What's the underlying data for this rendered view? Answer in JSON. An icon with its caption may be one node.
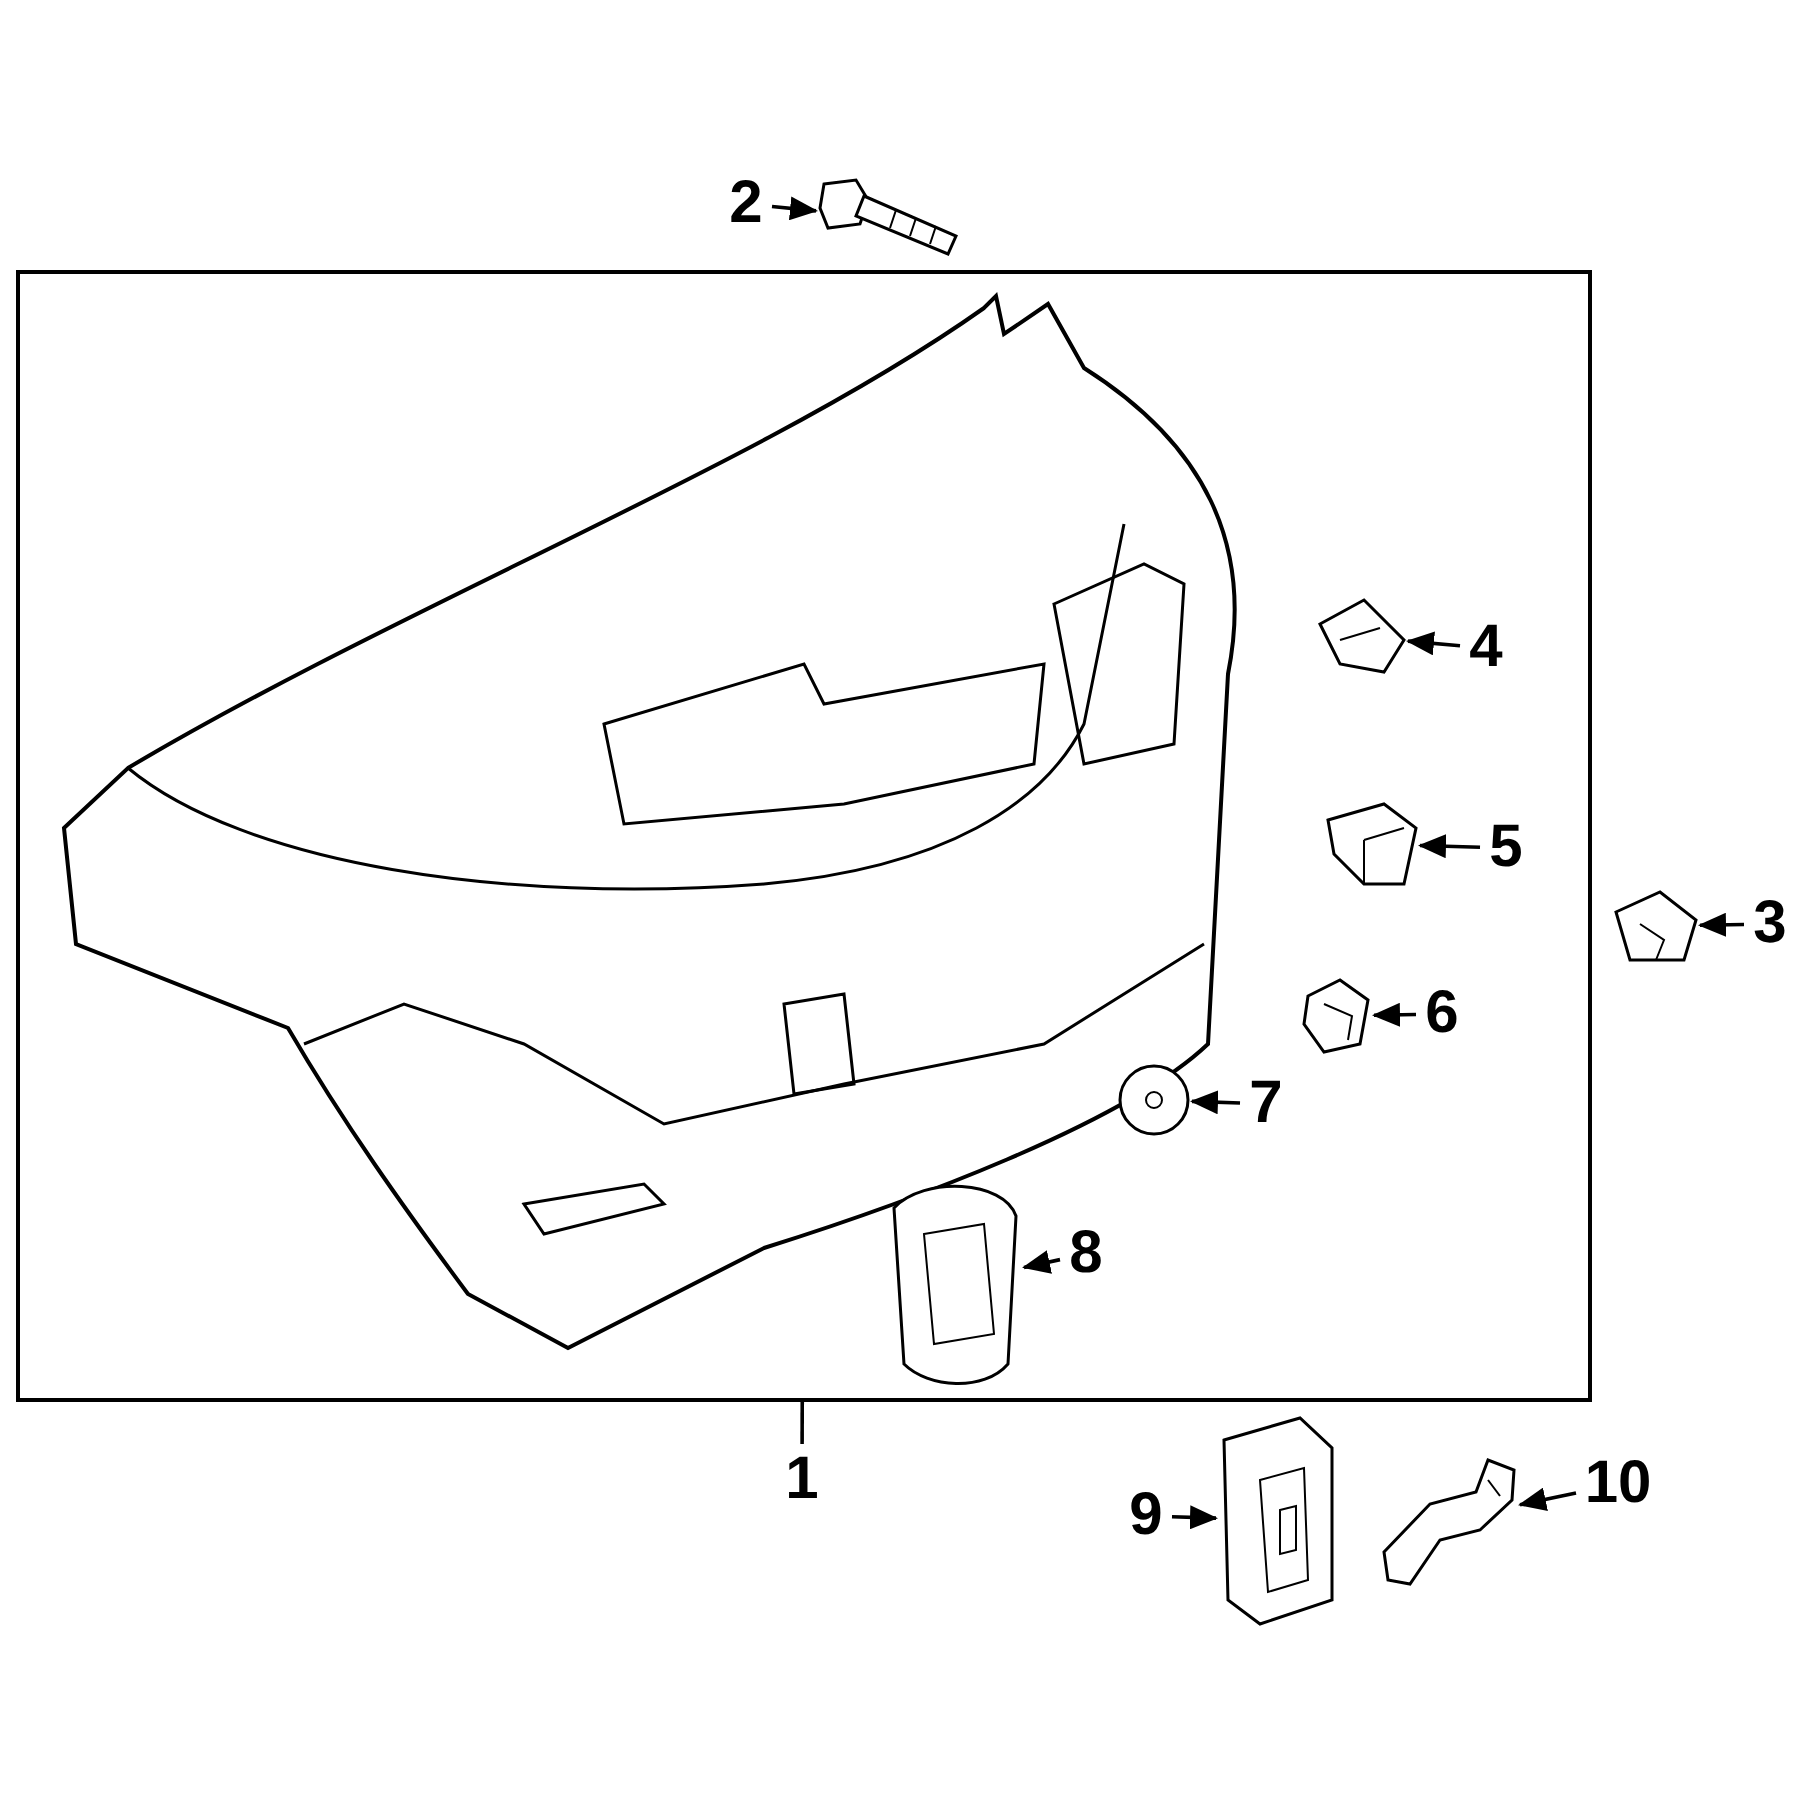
{
  "diagram": {
    "nodes": [
      {
        "text": [
          "1"
        ]
      },
      {
        "text": [],
        "shape": "box"
      },
      {
        "text": [],
        "shape": "picture",
        "in": 1
      },
      {
        "text": [
          "2"
        ]
      },
      {
        "text": [],
        "shape": "picture"
      },
      {
        "text": [
          "4"
        ],
        "in": 1
      },
      {
        "text": [],
        "shape": "picture",
        "in": 1
      },
      {
        "text": [
          "5"
        ],
        "in": 1
      },
      {
        "text": [],
        "shape": "picture",
        "in": 1
      },
      {
        "text": [
          "3"
        ]
      },
      {
        "text": [],
        "shape": "picture"
      },
      {
        "text": [
          "6"
        ],
        "in": 1
      },
      {
        "text": [],
        "shape": "picture",
        "in": 1
      },
      {
        "text": [
          "7"
        ],
        "in": 1
      },
      {
        "text": [],
        "shape": "picture",
        "in": 1
      },
      {
        "text": [
          "8"
        ],
        "in": 1
      },
      {
        "text": [],
        "shape": "picture",
        "in": 1
      },
      {
        "text": [
          "9"
        ]
      },
      {
        "text": [],
        "shape": "picture"
      },
      {
        "text": [
          "10"
        ]
      },
      {
        "text": [],
        "shape": "picture"
      }
    ],
    "edges": [
      {
        "from": 0,
        "to": 1,
        "arrow": "none"
      },
      {
        "from": 3,
        "to": 4,
        "arrow": "to"
      },
      {
        "from": 5,
        "to": 6,
        "arrow": "to"
      },
      {
        "from": 7,
        "to": 8,
        "arrow": "to"
      },
      {
        "from": 9,
        "to": 10,
        "arrow": "to"
      },
      {
        "from": 11,
        "to": 12,
        "arrow": "to"
      },
      {
        "from": 13,
        "to": 14,
        "arrow": "to"
      },
      {
        "from": 15,
        "to": 16,
        "arrow": "to"
      },
      {
        "from": 17,
        "to": 18,
        "arrow": "to"
      },
      {
        "from": 19,
        "to": 20,
        "arrow": "to"
      }
    ]
  }
}
